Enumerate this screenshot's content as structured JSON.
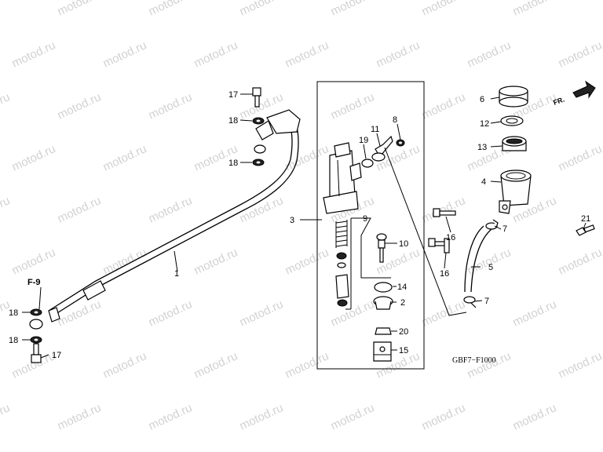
{
  "watermark": "motod.ru",
  "diagram_code": "GBF7−F1000",
  "front_indicator": "FR.",
  "callouts": {
    "c1": "1",
    "c2": "2",
    "c3": "3",
    "c4": "4",
    "c5": "5",
    "c6": "6",
    "c7a": "7",
    "c7b": "7",
    "c8": "8",
    "c9": "9",
    "c10": "10",
    "c11": "11",
    "c12": "12",
    "c13": "13",
    "c14": "14",
    "c15": "15",
    "c16a": "16",
    "c16b": "16",
    "c17a": "17",
    "c17b": "17",
    "c18a": "18",
    "c18b": "18",
    "c18c": "18",
    "c18d": "18",
    "c19": "19",
    "c20": "20",
    "c21": "21",
    "ref_f9": "F-9"
  }
}
